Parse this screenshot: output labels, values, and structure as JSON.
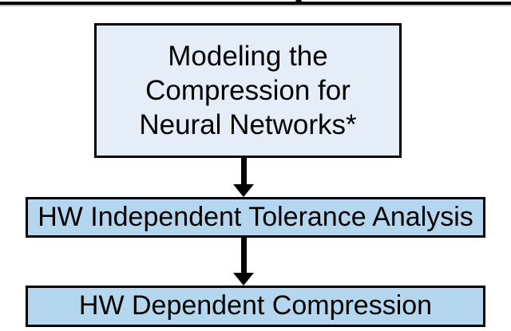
{
  "figure": {
    "type": "flowchart",
    "nodes": [
      {
        "id": "modeling",
        "label": "Modeling the\nCompression for\nNeural Networks*"
      },
      {
        "id": "hw-independent-tolerance-analysis",
        "label": "HW Independent Tolerance Analysis"
      },
      {
        "id": "hw-dependent-compression",
        "label": "HW Dependent Compression"
      }
    ],
    "edges": [
      {
        "from": "modeling",
        "to": "hw-independent-tolerance-analysis",
        "style": "down-arrow"
      },
      {
        "from": "hw-independent-tolerance-analysis",
        "to": "hw-dependent-compression",
        "style": "down-arrow"
      }
    ]
  },
  "colors": {
    "page_background": "#ffffff",
    "rule": "#000000",
    "node_border": "#000000",
    "node_fill_light": "#e4edf8",
    "node_fill_medium": "#b4d6ee",
    "arrow": "#000000",
    "text": "#000000"
  }
}
